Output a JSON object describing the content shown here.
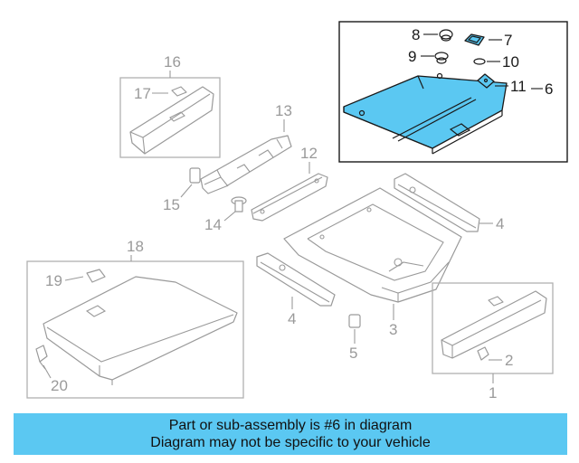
{
  "callouts": {
    "c1": "1",
    "c2": "2",
    "c3": "3",
    "c4a": "4",
    "c4b": "4",
    "c5": "5",
    "c6": "6",
    "c7": "7",
    "c8": "8",
    "c9": "9",
    "c10": "10",
    "c11": "11",
    "c12": "12",
    "c13": "13",
    "c14": "14",
    "c15": "15",
    "c16": "16",
    "c17": "17",
    "c18": "18",
    "c19": "19",
    "c20": "20"
  },
  "highlight_color": "#5bc8f2",
  "banner": {
    "line1": "Part or sub-assembly is #6 in diagram",
    "line2": "Diagram may not be specific to your vehicle",
    "background": "#5bc8f2"
  }
}
